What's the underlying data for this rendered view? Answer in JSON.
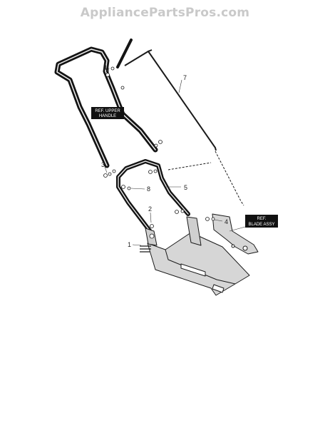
{
  "watermark": "AppliancePartsPros.com",
  "callouts": {
    "c1": "1",
    "c2": "2",
    "c3": "3",
    "c4a": "4",
    "c4b": "4",
    "c5": "5",
    "c7": "7",
    "c8": "8"
  },
  "ref_labels": {
    "upper_handle_line1": "REF. UPPER",
    "upper_handle_line2": "HANDLE",
    "blade_assy_line1": "REF.",
    "blade_assy_line2": "BLADE ASSY"
  },
  "colors": {
    "ink": "#1a1a1a",
    "handle": "#141414",
    "deck_fill": "#d6d6d6",
    "label_bg": "#111111"
  }
}
